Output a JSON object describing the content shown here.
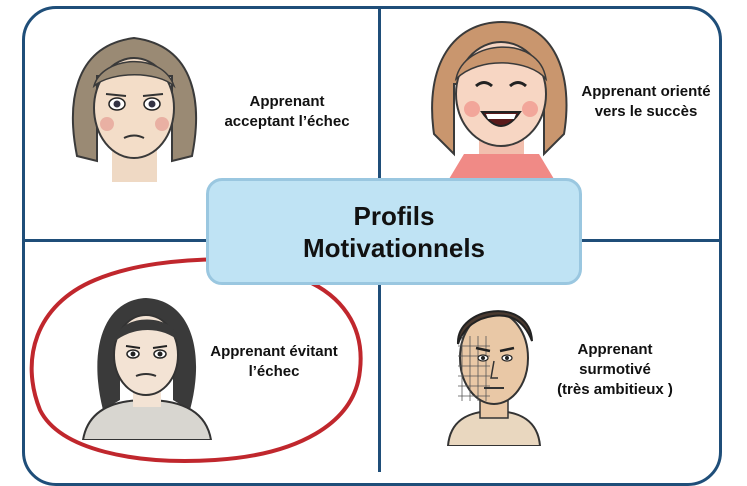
{
  "center": {
    "line1": "Profils",
    "line2": "Motivationnels"
  },
  "quadrants": {
    "top_left": {
      "line1": "Apprenant",
      "line2": "acceptant l’échec"
    },
    "top_right": {
      "line1": "Apprenant orienté",
      "line2": "vers le succès"
    },
    "bottom_left": {
      "line1": "Apprenant évitant",
      "line2": "l’échec"
    },
    "bottom_right": {
      "line1": "Apprenant",
      "line2": "surmotivé",
      "line3": "(très ambitieux )"
    }
  },
  "colors": {
    "border": "#1f4e79",
    "center_fill": "#bfe3f4",
    "highlight_circle": "#c0272d"
  },
  "icons": [
    "sad-girl-icon",
    "happy-girl-icon",
    "anxious-girl-icon",
    "determined-man-icon"
  ]
}
